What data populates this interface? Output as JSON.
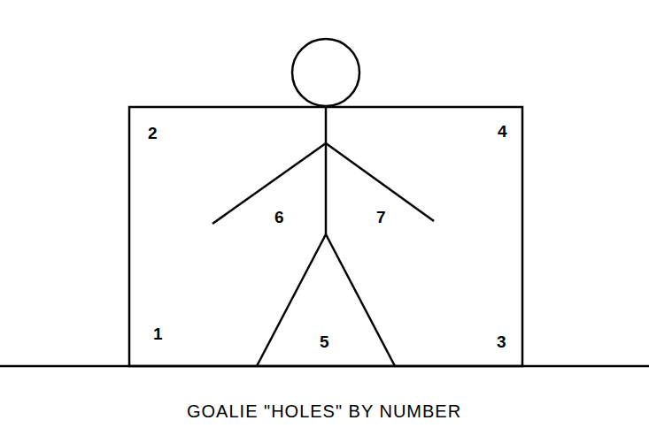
{
  "diagram": {
    "caption": "GOALIE \"HOLES\" BY NUMBER",
    "labels": [
      "2",
      "4",
      "6",
      "7",
      "1",
      "5",
      "3"
    ]
  }
}
